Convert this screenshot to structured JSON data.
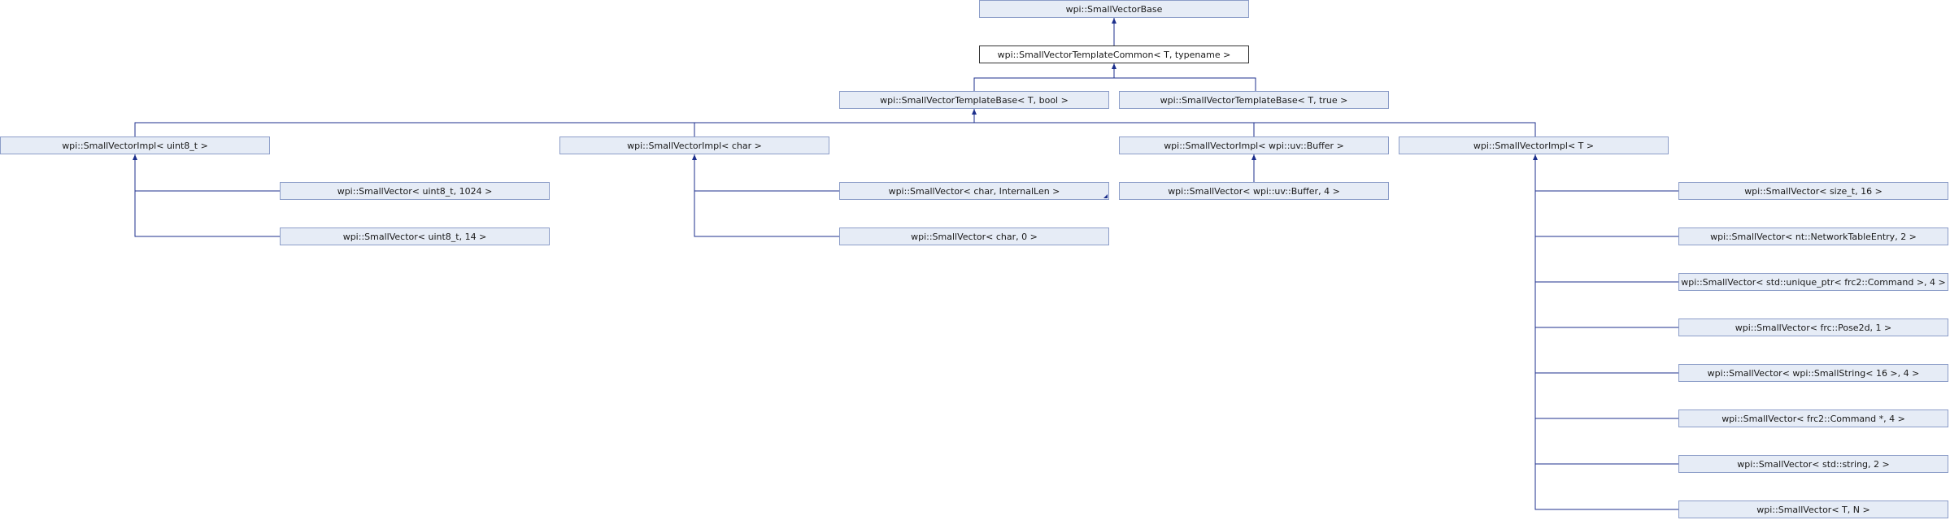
{
  "graph": {
    "edge_color": "#1c2f8c",
    "node_fill": "#e6ecf6",
    "node_border": "#8c9dc8",
    "current_node_fill": "#ffffff",
    "current_node_border": "#333333",
    "nodes": [
      {
        "id": "base",
        "label": "wpi::SmallVectorBase"
      },
      {
        "id": "common",
        "label": "wpi::SmallVectorTemplateCommon< T, typename >",
        "current": true
      },
      {
        "id": "tb_bool",
        "label": "wpi::SmallVectorTemplateBase< T, bool >"
      },
      {
        "id": "tb_true",
        "label": "wpi::SmallVectorTemplateBase< T, true >"
      },
      {
        "id": "impl_u8",
        "label": "wpi::SmallVectorImpl< uint8_t >"
      },
      {
        "id": "impl_char",
        "label": "wpi::SmallVectorImpl< char >"
      },
      {
        "id": "impl_buf",
        "label": "wpi::SmallVectorImpl< wpi::uv::Buffer >"
      },
      {
        "id": "impl_T",
        "label": "wpi::SmallVectorImpl< T >"
      },
      {
        "id": "sv_u8_1024",
        "label": "wpi::SmallVector< uint8_t, 1024 >"
      },
      {
        "id": "sv_u8_14",
        "label": "wpi::SmallVector< uint8_t, 14 >"
      },
      {
        "id": "sv_char_il",
        "label": "wpi::SmallVector< char, InternalLen >",
        "truncated": true
      },
      {
        "id": "sv_char_0",
        "label": "wpi::SmallVector< char, 0 >"
      },
      {
        "id": "sv_buf_4",
        "label": "wpi::SmallVector< wpi::uv::Buffer, 4 >"
      },
      {
        "id": "sv_size_16",
        "label": "wpi::SmallVector< size_t, 16 >"
      },
      {
        "id": "sv_nte_2",
        "label": "wpi::SmallVector< nt::NetworkTableEntry, 2 >"
      },
      {
        "id": "sv_uptr_4",
        "label": "wpi::SmallVector< std::unique_ptr< frc2::Command >, 4 >"
      },
      {
        "id": "sv_pose_1",
        "label": "wpi::SmallVector< frc::Pose2d, 1 >"
      },
      {
        "id": "sv_str16_4",
        "label": "wpi::SmallVector< wpi::SmallString< 16 >, 4 >"
      },
      {
        "id": "sv_cmd_4",
        "label": "wpi::SmallVector< frc2::Command *, 4 >"
      },
      {
        "id": "sv_string_2",
        "label": "wpi::SmallVector< std::string, 2 >"
      },
      {
        "id": "sv_T_N",
        "label": "wpi::SmallVector< T, N >"
      }
    ],
    "edges": [
      {
        "from": "common",
        "to": "base"
      },
      {
        "from": "tb_bool",
        "to": "common"
      },
      {
        "from": "tb_true",
        "to": "common"
      },
      {
        "from": "impl_u8",
        "to": "tb_bool"
      },
      {
        "from": "impl_char",
        "to": "tb_bool"
      },
      {
        "from": "impl_buf",
        "to": "tb_bool"
      },
      {
        "from": "impl_T",
        "to": "tb_bool"
      },
      {
        "from": "sv_u8_1024",
        "to": "impl_u8"
      },
      {
        "from": "sv_u8_14",
        "to": "impl_u8"
      },
      {
        "from": "sv_char_il",
        "to": "impl_char"
      },
      {
        "from": "sv_char_0",
        "to": "impl_char"
      },
      {
        "from": "sv_buf_4",
        "to": "impl_buf"
      },
      {
        "from": "sv_size_16",
        "to": "impl_T"
      },
      {
        "from": "sv_nte_2",
        "to": "impl_T"
      },
      {
        "from": "sv_uptr_4",
        "to": "impl_T"
      },
      {
        "from": "sv_pose_1",
        "to": "impl_T"
      },
      {
        "from": "sv_str16_4",
        "to": "impl_T"
      },
      {
        "from": "sv_cmd_4",
        "to": "impl_T"
      },
      {
        "from": "sv_string_2",
        "to": "impl_T"
      },
      {
        "from": "sv_T_N",
        "to": "impl_T"
      }
    ]
  }
}
